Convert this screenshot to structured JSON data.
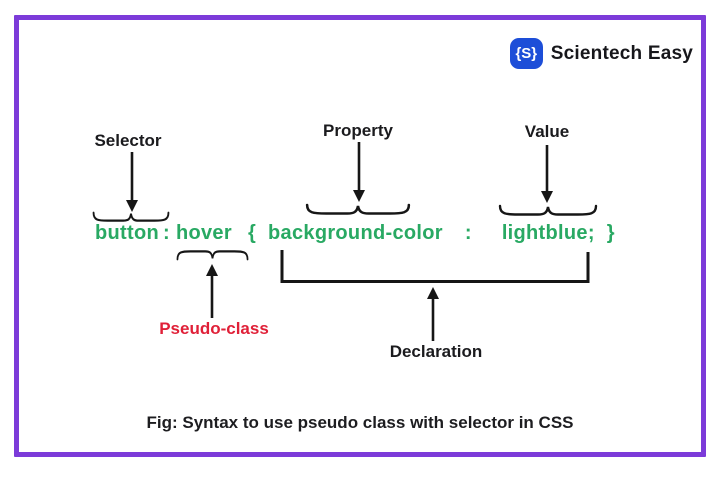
{
  "brand": {
    "logo_glyph": "{S}",
    "name": "Scientech Easy"
  },
  "labels": {
    "selector": "Selector",
    "property": "Property",
    "value": "Value",
    "pseudo_class": "Pseudo-class",
    "declaration": "Declaration"
  },
  "code": {
    "selector": "button",
    "colon1": ":",
    "pseudo": "hover",
    "open_brace": "{",
    "property": "background-color",
    "colon2": ":",
    "value": "lightblue;",
    "close_brace": "}"
  },
  "caption": "Fig: Syntax to use pseudo class with selector in CSS",
  "colors": {
    "border_purple": "#7c3bd9",
    "code_green": "#29a963",
    "pseudo_red": "#e02038",
    "logo_blue": "#1d4ed8",
    "label_dark": "#1b1b1e"
  }
}
